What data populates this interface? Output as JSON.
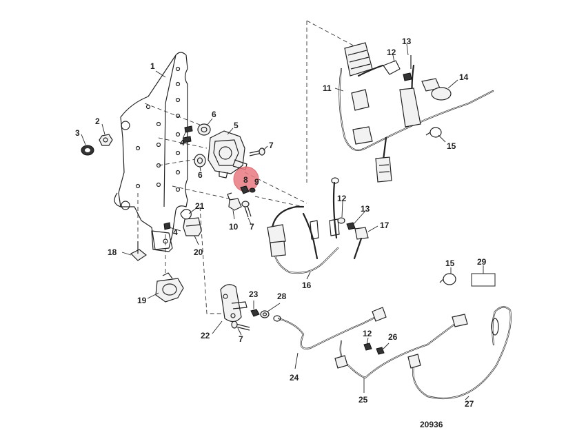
{
  "callouts": {
    "c1": "1",
    "c2": "2",
    "c3": "3",
    "c4a": "4",
    "c4b": "4",
    "c5": "5",
    "c6a": "6",
    "c6b": "6",
    "c7a": "7",
    "c7b": "7",
    "c7c": "7",
    "c8": "8",
    "c9": "9",
    "c10": "10",
    "c11": "11",
    "c12a": "12",
    "c12b": "12",
    "c12c": "12",
    "c13a": "13",
    "c13b": "13",
    "c14": "14",
    "c15a": "15",
    "c15b": "15",
    "c16": "16",
    "c17": "17",
    "c18": "18",
    "c19": "19",
    "c20": "20",
    "c21": "21",
    "c22": "22",
    "c23": "23",
    "c24": "24",
    "c25": "25",
    "c26": "26",
    "c27": "27",
    "c28": "28",
    "c29": "29"
  },
  "reference_number": "20936",
  "colors": {
    "highlight": "#e87a80",
    "highlight_stroke": "#d9545c",
    "line": "#222222"
  }
}
